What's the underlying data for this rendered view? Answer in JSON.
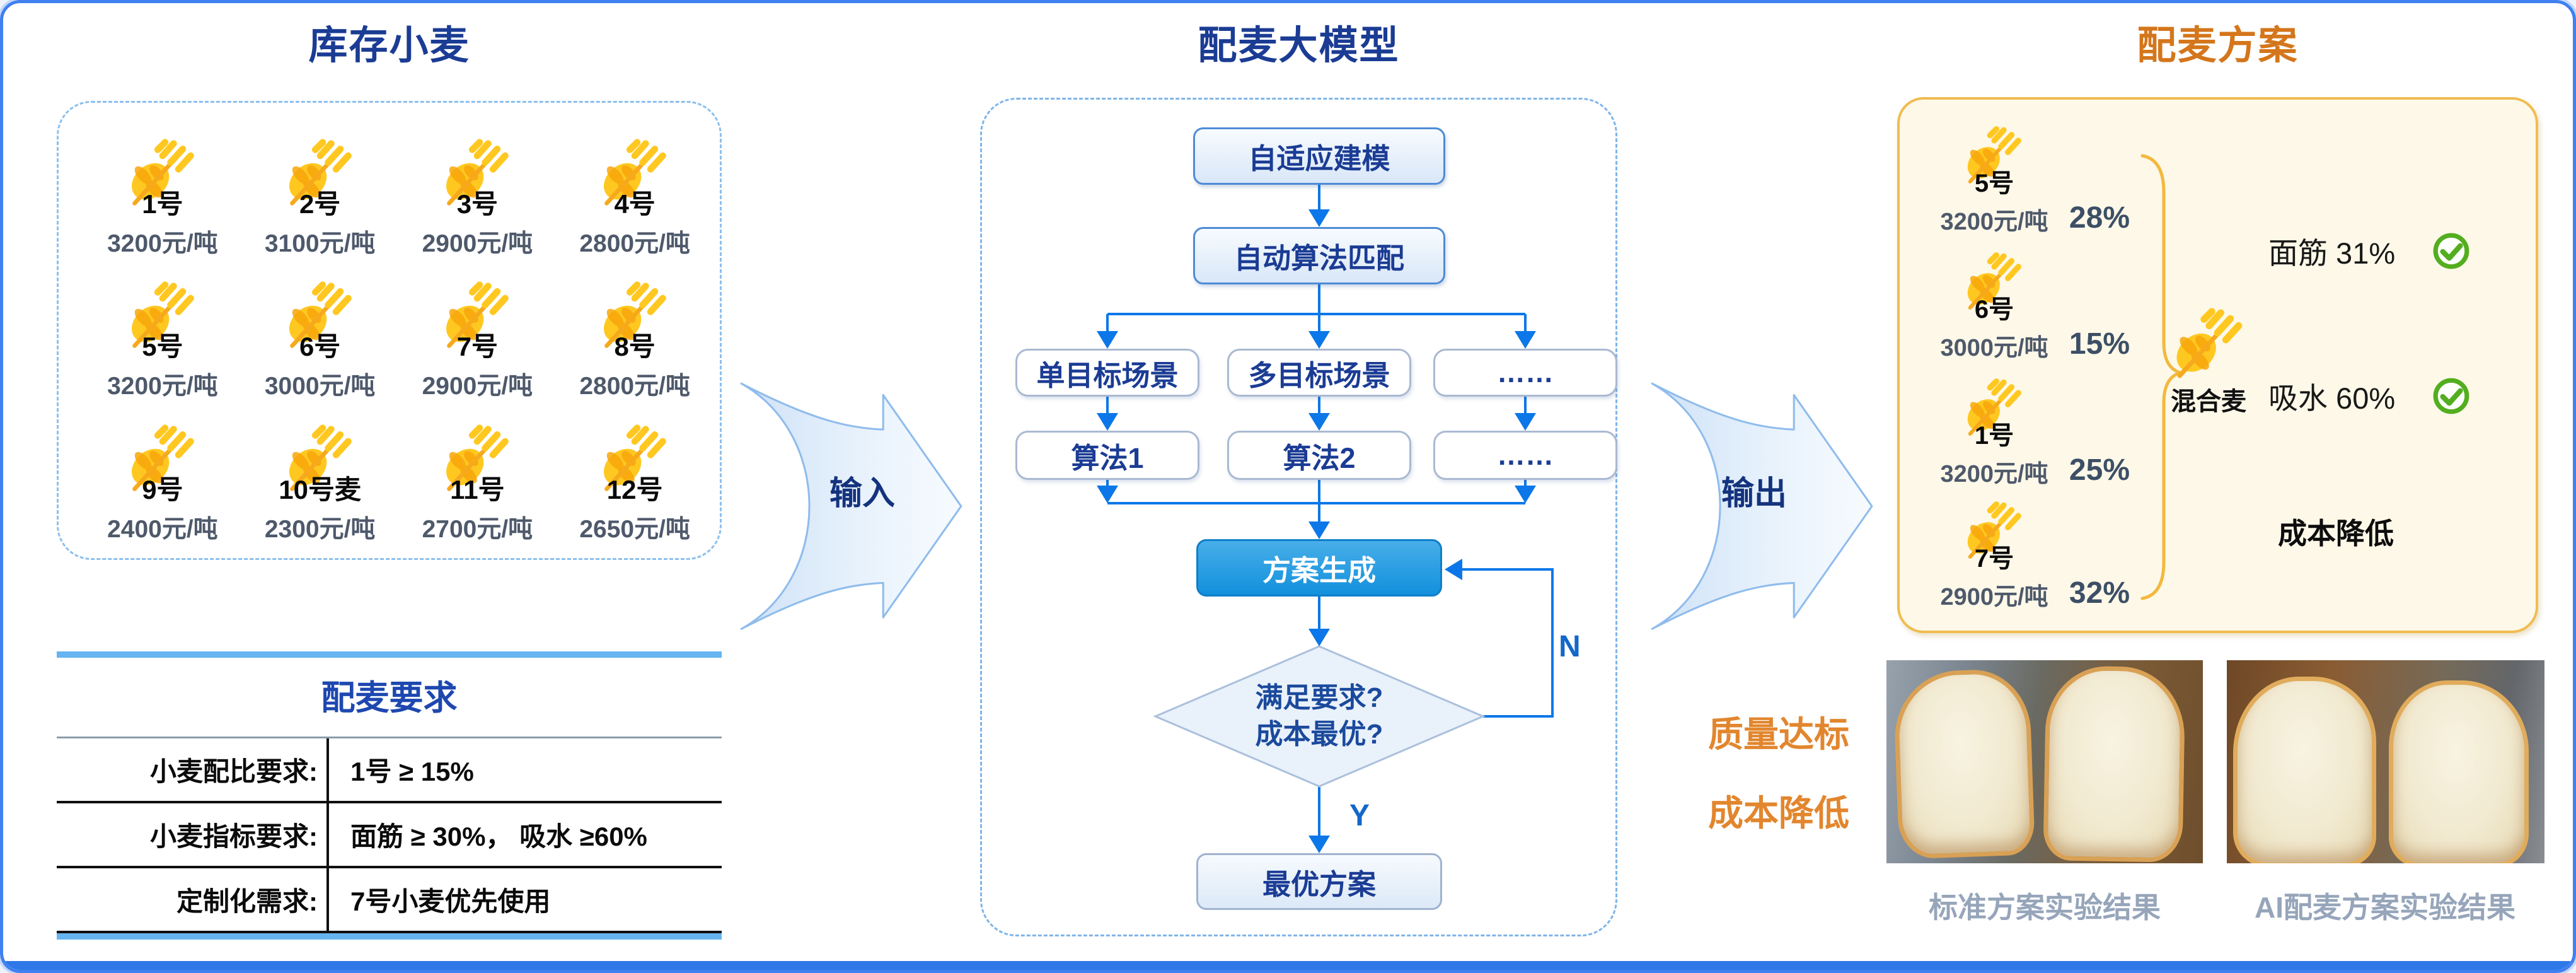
{
  "inventory": {
    "title": "库存小麦",
    "items": [
      {
        "name": "1号",
        "price": "3200元/吨"
      },
      {
        "name": "2号",
        "price": "3100元/吨"
      },
      {
        "name": "3号",
        "price": "2900元/吨"
      },
      {
        "name": "4号",
        "price": "2800元/吨"
      },
      {
        "name": "5号",
        "price": "3200元/吨"
      },
      {
        "name": "6号",
        "price": "3000元/吨"
      },
      {
        "name": "7号",
        "price": "2900元/吨"
      },
      {
        "name": "8号",
        "price": "2800元/吨"
      },
      {
        "name": "9号",
        "price": "2400元/吨"
      },
      {
        "name": "10号麦",
        "price": "2300元/吨"
      },
      {
        "name": "11号",
        "price": "2700元/吨"
      },
      {
        "name": "12号",
        "price": "2650元/吨"
      }
    ]
  },
  "requirements": {
    "title": "配麦要求",
    "rows": [
      {
        "label": "小麦配比要求:",
        "value": "1号 ≥ 15%"
      },
      {
        "label": "小麦指标要求:",
        "value": "面筋 ≥ 30%， 吸水 ≥60%"
      },
      {
        "label": "定制化需求:",
        "value": "7号小麦优先使用"
      }
    ]
  },
  "model": {
    "title": "配麦大模型",
    "nodes": {
      "adaptive": "自适应建模",
      "matching": "自动算法匹配",
      "scene1": "单目标场景",
      "scene2": "多目标场景",
      "scene3": "……",
      "algo1": "算法1",
      "algo2": "算法2",
      "algo3": "……",
      "generate": "方案生成",
      "decision_line1": "满足要求?",
      "decision_line2": "成本最优?",
      "optimal": "最优方案",
      "no": "N",
      "yes": "Y"
    }
  },
  "flow": {
    "input_label": "输入",
    "output_label": "输出"
  },
  "plan": {
    "title": "配麦方案",
    "mix": [
      {
        "name": "5号",
        "price": "3200元/吨",
        "percent": "28%"
      },
      {
        "name": "6号",
        "price": "3000元/吨",
        "percent": "15%"
      },
      {
        "name": "1号",
        "price": "3200元/吨",
        "percent": "25%"
      },
      {
        "name": "7号",
        "price": "2900元/吨",
        "percent": "32%"
      }
    ],
    "mixed_label": "混合麦",
    "metrics": [
      {
        "label": "面筋 31%"
      },
      {
        "label": "吸水 60%"
      }
    ],
    "cost_note": "成本降低"
  },
  "results": {
    "quality": "质量达标",
    "cost": "成本降低",
    "caption_left": "标准方案实验结果",
    "caption_right": "AI配麦方案实验结果"
  },
  "colors": {
    "navy": "#1B3C94",
    "orange_title": "#D4761B",
    "arrow_blue": "#0B77E8",
    "gold": "#FFC821",
    "green_check": "#53AE1F",
    "cream_panel": "#FDF8E8",
    "panel_border": "#F0BC50"
  }
}
